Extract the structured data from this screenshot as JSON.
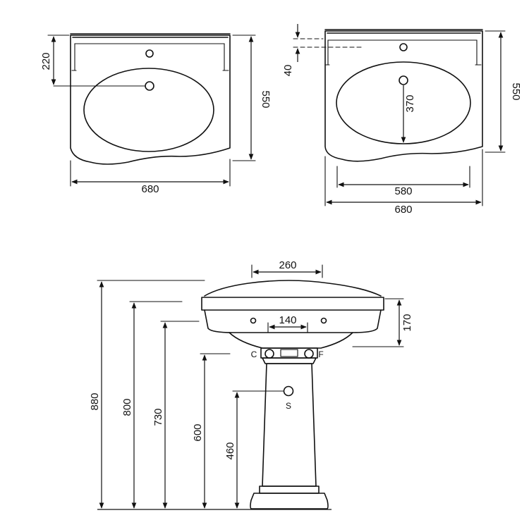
{
  "top_left_view": {
    "dim_overall_width": "680",
    "dim_depth": "550",
    "dim_tap_offset": "220"
  },
  "top_right_view": {
    "dim_overall_width": "680",
    "dim_inner_width": "580",
    "dim_depth": "550",
    "dim_bowl_depth": "370",
    "dim_edge": "40"
  },
  "side_view": {
    "dim_total_height": "880",
    "dim_rim_height": "800",
    "dim_basin_bottom": "730",
    "dim_pedestal_top": "600",
    "dim_waste_height": "460",
    "dim_top_width": "260",
    "dim_fixing_spacing": "140",
    "dim_basin_height": "170",
    "label_cold": "C",
    "label_hot": "F",
    "label_waste": "S"
  }
}
